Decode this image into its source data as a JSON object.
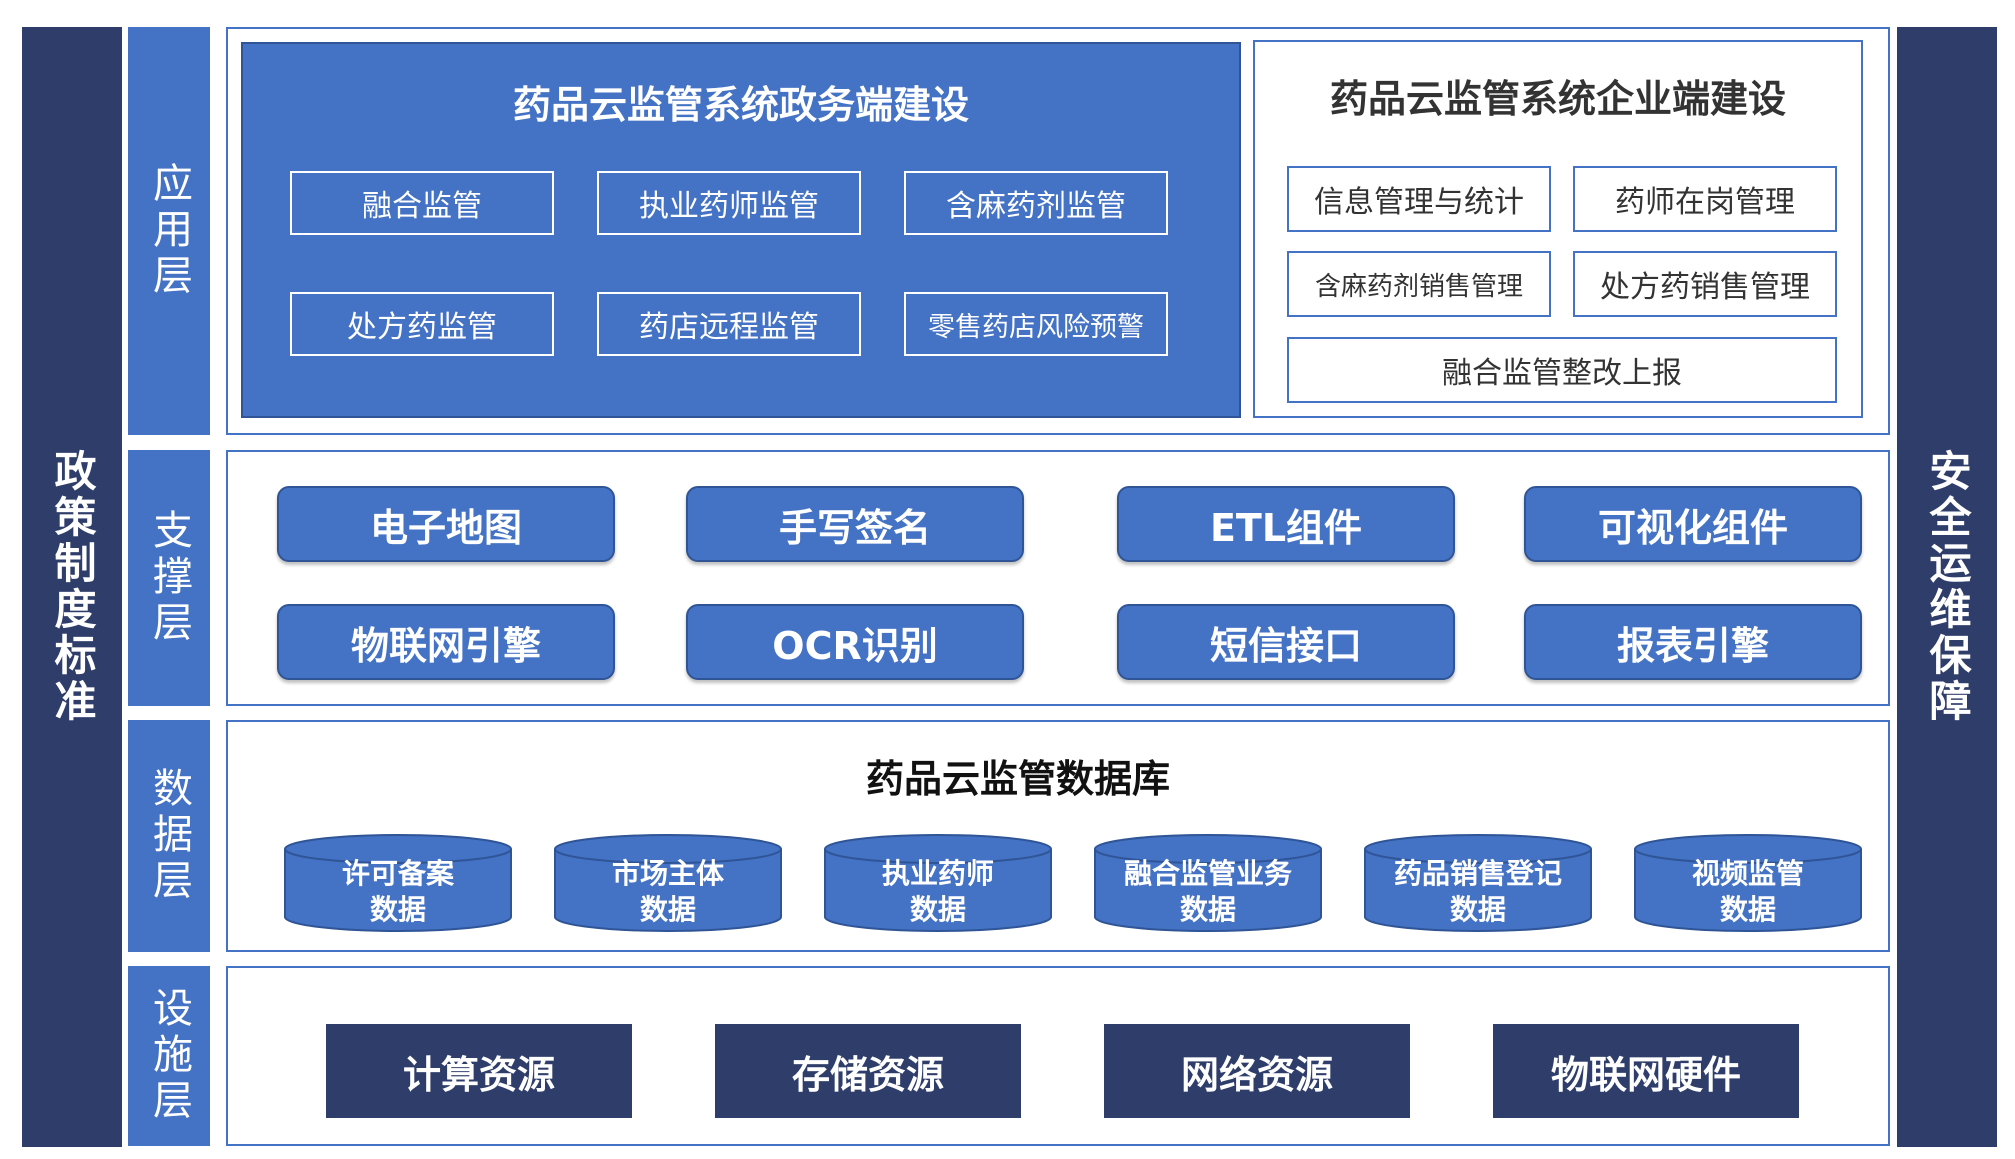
{
  "left_bar": {
    "label": "政策制度标准"
  },
  "right_bar": {
    "label": "安全运维保障"
  },
  "layers": {
    "application": {
      "label": "应用层"
    },
    "support": {
      "label": "支撑层"
    },
    "data": {
      "label": "数据层"
    },
    "infrastructure": {
      "label": "设施层"
    }
  },
  "government": {
    "title": "药品云监管系统政务端建设",
    "items": [
      "融合监管",
      "执业药师监管",
      "含麻药剂监管",
      "处方药监管",
      "药店远程监管",
      "零售药店风险预警"
    ]
  },
  "enterprise": {
    "title": "药品云监管系统企业端建设",
    "items": [
      "信息管理与统计",
      "药师在岗管理",
      "含麻药剂销售管理",
      "处方药销售管理",
      "融合监管整改上报"
    ]
  },
  "support": {
    "items": [
      "电子地图",
      "手写签名",
      "ETL组件",
      "可视化组件",
      "物联网引擎",
      "OCR识别",
      "短信接口",
      "报表引擎"
    ]
  },
  "database": {
    "title": "药品云监管数据库",
    "items": [
      {
        "line1": "许可备案",
        "line2": "数据"
      },
      {
        "line1": "市场主体",
        "line2": "数据"
      },
      {
        "line1": "执业药师",
        "line2": "数据"
      },
      {
        "line1": "融合监管业务",
        "line2": "数据"
      },
      {
        "line1": "药品销售登记",
        "line2": "数据"
      },
      {
        "line1": "视频监管",
        "line2": "数据"
      }
    ]
  },
  "infrastructure": {
    "items": [
      "计算资源",
      "存储资源",
      "网络资源",
      "物联网硬件"
    ]
  },
  "colors": {
    "dark_navy": "#2f3d6b",
    "accent_blue": "#4472c4",
    "border_blue": "#2f5597"
  }
}
